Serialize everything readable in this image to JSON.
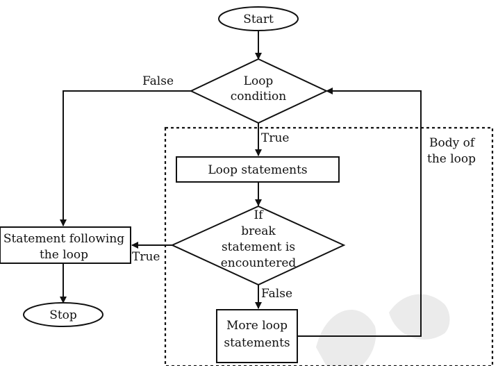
{
  "nodes": {
    "start": "Start",
    "loop_condition": [
      "Loop",
      "condition"
    ],
    "loop_statements": "Loop statements",
    "if_break": [
      "If",
      "break",
      "statement is",
      "encountered"
    ],
    "more_loop": [
      "More loop",
      "statements"
    ],
    "stmt_following": [
      "Statement following",
      "the loop"
    ],
    "stop": "Stop"
  },
  "labels": {
    "false_top": "False",
    "true_down": "True",
    "false_down": "False",
    "true_left": "True",
    "body_of_loop": [
      "Body of",
      "the loop"
    ]
  }
}
